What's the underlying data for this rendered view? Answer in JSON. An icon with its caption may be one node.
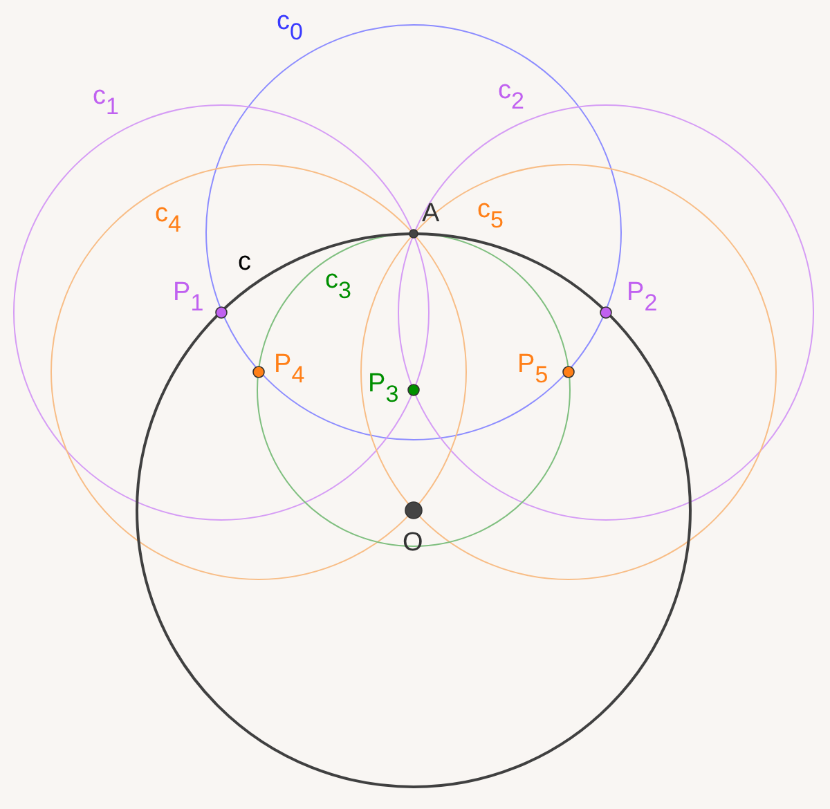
{
  "diagram": {
    "labels": [
      "c$_{0}$",
      "c$_{1}$",
      "c$_{2}$",
      "c$_{4}$",
      "A",
      "c$_{5}$",
      "c",
      "P$_{1}$",
      "c$_{3}$",
      "P$_{2}$",
      "P$_{4}$",
      "P$_{3}$",
      "P$_{5}$",
      "O"
    ]
  }
}
